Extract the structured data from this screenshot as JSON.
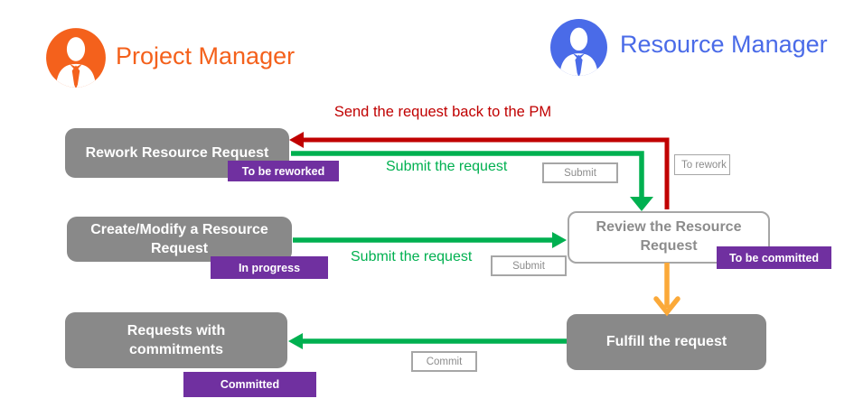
{
  "header": {
    "project_manager": "Project Manager",
    "resource_manager": "Resource Manager"
  },
  "nodes": {
    "rework": "Rework Resource Request",
    "create": "Create/Modify a Resource Request",
    "review": "Review the Resource Request",
    "fulfill": "Fulfill the request",
    "requests": "Requests with commitments"
  },
  "badges": {
    "to_be_reworked": "To be reworked",
    "in_progress": "In progress",
    "to_be_committed": "To be committed",
    "committed": "Committed"
  },
  "edge_labels": {
    "send_back": "Send the request back to the PM",
    "submit_top": "Submit the request",
    "submit_mid": "Submit the request"
  },
  "buttons": {
    "submit_top": "Submit",
    "submit_mid": "Submit",
    "commit": "Commit",
    "to_rework": "To rework"
  },
  "colors": {
    "pm_orange": "#F4611C",
    "rm_blue": "#4A6BE8",
    "node_gray": "#898989",
    "badge_purple": "#7030A0",
    "arrow_green": "#00B050",
    "arrow_red": "#C00000",
    "arrow_orange": "#FBA939",
    "outline_gray": "#A6A6A6"
  }
}
